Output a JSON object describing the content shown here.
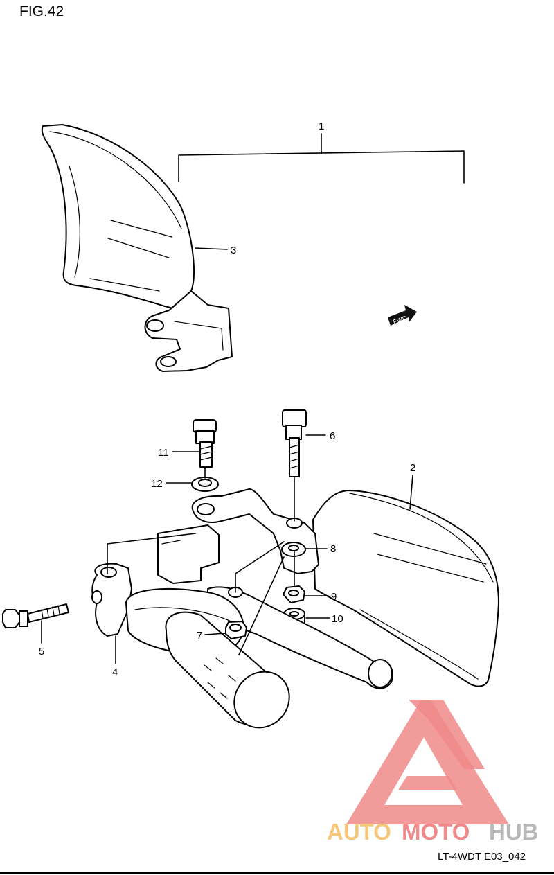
{
  "figure": {
    "title": "FIG.42",
    "code": "LT-4WDT E03_042"
  },
  "fwd_label": "FWD",
  "watermark": {
    "text_auto": "AUTO",
    "text_moto": "MOTO",
    "text_hub": "HUB",
    "color_red": "#f08a8a",
    "color_orange": "#f6c77a",
    "color_grey": "#b7b7b7"
  },
  "callouts": [
    {
      "id": "c1",
      "label": "1"
    },
    {
      "id": "c2",
      "label": "2"
    },
    {
      "id": "c3",
      "label": "3"
    },
    {
      "id": "c4",
      "label": "4"
    },
    {
      "id": "c5",
      "label": "5"
    },
    {
      "id": "c6",
      "label": "6"
    },
    {
      "id": "c7",
      "label": "7"
    },
    {
      "id": "c8",
      "label": "8"
    },
    {
      "id": "c9",
      "label": "9"
    },
    {
      "id": "c10",
      "label": "10"
    },
    {
      "id": "c11",
      "label": "11"
    },
    {
      "id": "c12",
      "label": "12"
    }
  ]
}
